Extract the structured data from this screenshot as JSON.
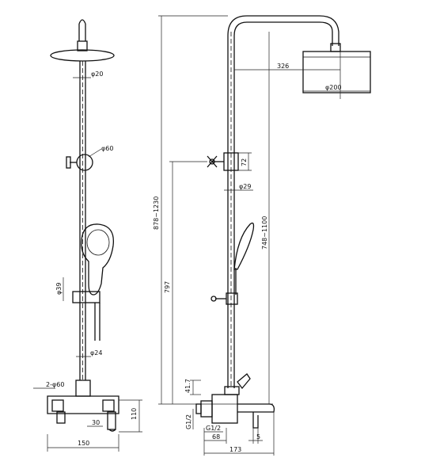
{
  "labels": {
    "front_head_dia": "φ20",
    "front_diverter_dia": "φ60",
    "front_holder_dia": "φ39",
    "front_pipe_dia": "φ24",
    "front_wall_flange": "2-φ60",
    "front_height_110": "110",
    "front_offset_30": "30",
    "front_width_150": "150",
    "side_arm_326": "326",
    "side_head_dia": "φ200",
    "side_total_height": "878~1230",
    "side_slide_range": "748~1100",
    "side_collar_72": "72",
    "side_collar_dia": "φ29",
    "side_797": "797",
    "side_41_7": "41.7",
    "side_thread_g12_v": "G1/2",
    "side_thread_g12_h": "G1/2",
    "side_68": "68",
    "side_5": "5",
    "side_173": "173"
  }
}
